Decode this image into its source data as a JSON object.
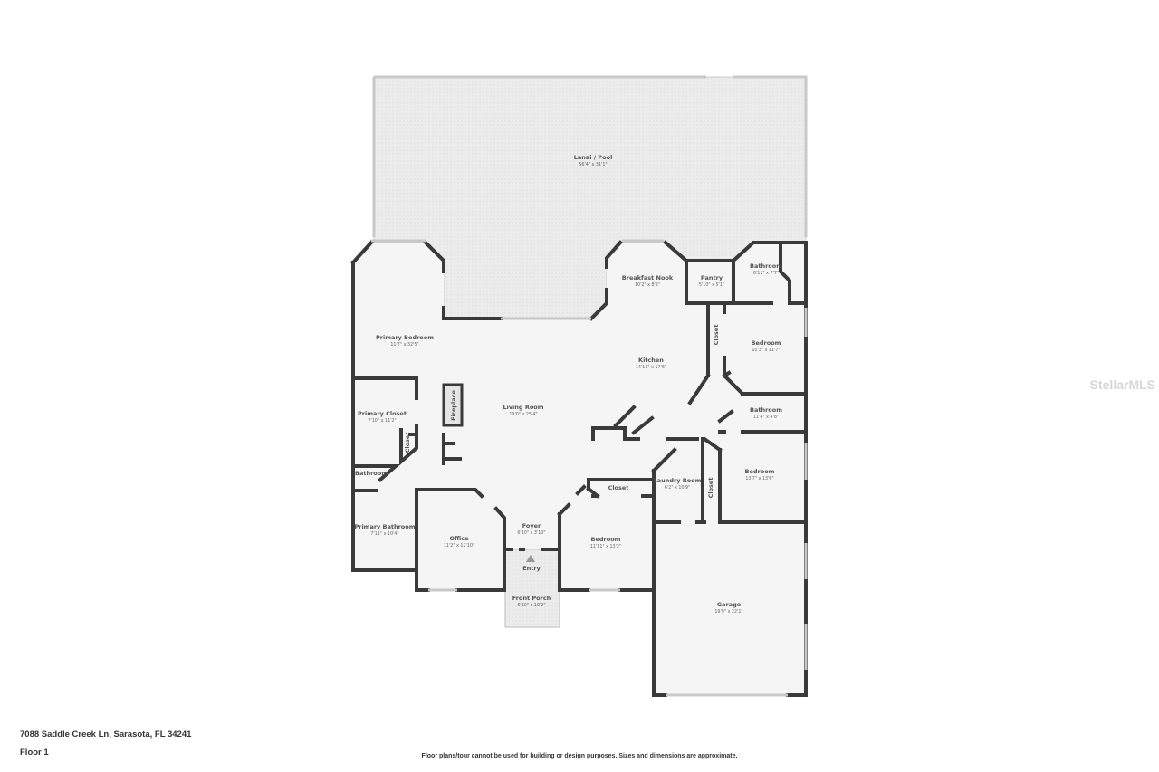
{
  "rooms": {
    "lanai": {
      "name": "Lanai / Pool",
      "dims": "56'4\" x 31'1\""
    },
    "breakfast_nook": {
      "name": "Breakfast Nook",
      "dims": "10'2\" x 8'2\""
    },
    "pantry": {
      "name": "Pantry",
      "dims": "5'10\" x 5'1\""
    },
    "bathroom_ne": {
      "name": "Bathroom",
      "dims": "8'11\" x 7'7\""
    },
    "primary_bedroom": {
      "name": "Primary Bedroom",
      "dims": "11'7\" x 32'5\""
    },
    "kitchen": {
      "name": "Kitchen",
      "dims": "14'11\" x 17'6\""
    },
    "bedroom_e1": {
      "name": "Bedroom",
      "dims": "10'3\" x 11'7\""
    },
    "closet_e1": {
      "name": "Closet"
    },
    "fireplace": {
      "name": "Fireplace"
    },
    "living_room": {
      "name": "Living Room",
      "dims": "19'0\" x 25'4\""
    },
    "primary_closet": {
      "name": "Primary Closet",
      "dims": "7'10\" x 11'2\""
    },
    "closet_w": {
      "name": "Closet"
    },
    "bathroom_e": {
      "name": "Bathroom",
      "dims": "11'4\" x 4'8\""
    },
    "bathroom_w": {
      "name": "Bathroom"
    },
    "laundry": {
      "name": "Laundry Room",
      "dims": "6'2\" x 10'9\""
    },
    "bedroom_e2": {
      "name": "Bedroom",
      "dims": "13'7\" x 13'6\""
    },
    "closet_e2": {
      "name": "Closet"
    },
    "closet_s": {
      "name": "Closet"
    },
    "primary_bathroom": {
      "name": "Primary Bathroom",
      "dims": "7'11\" x 10'4\""
    },
    "office": {
      "name": "Office",
      "dims": "11'2\" x 12'10\""
    },
    "foyer": {
      "name": "Foyer",
      "dims": "6'10\" x 3'10\""
    },
    "bedroom_s": {
      "name": "Bedroom",
      "dims": "11'11\" x 13'2\""
    },
    "entry": {
      "name": "Entry"
    },
    "front_porch": {
      "name": "Front Porch",
      "dims": "6'10\" x 10'2\""
    },
    "garage": {
      "name": "Garage",
      "dims": "19'9\" x 22'1\""
    }
  },
  "footer": {
    "address": "7088 Saddle Creek Ln, Sarasota, FL 34241",
    "floor": "Floor 1",
    "disclaimer": "Floor plans/tour cannot be used for building or design purposes. Sizes and dimensions are approximate."
  },
  "watermark": "StellarMLS",
  "colors": {
    "wall": "#3a3a3a",
    "floor": "#f4f4f4",
    "outdoor": "#ebebeb"
  }
}
